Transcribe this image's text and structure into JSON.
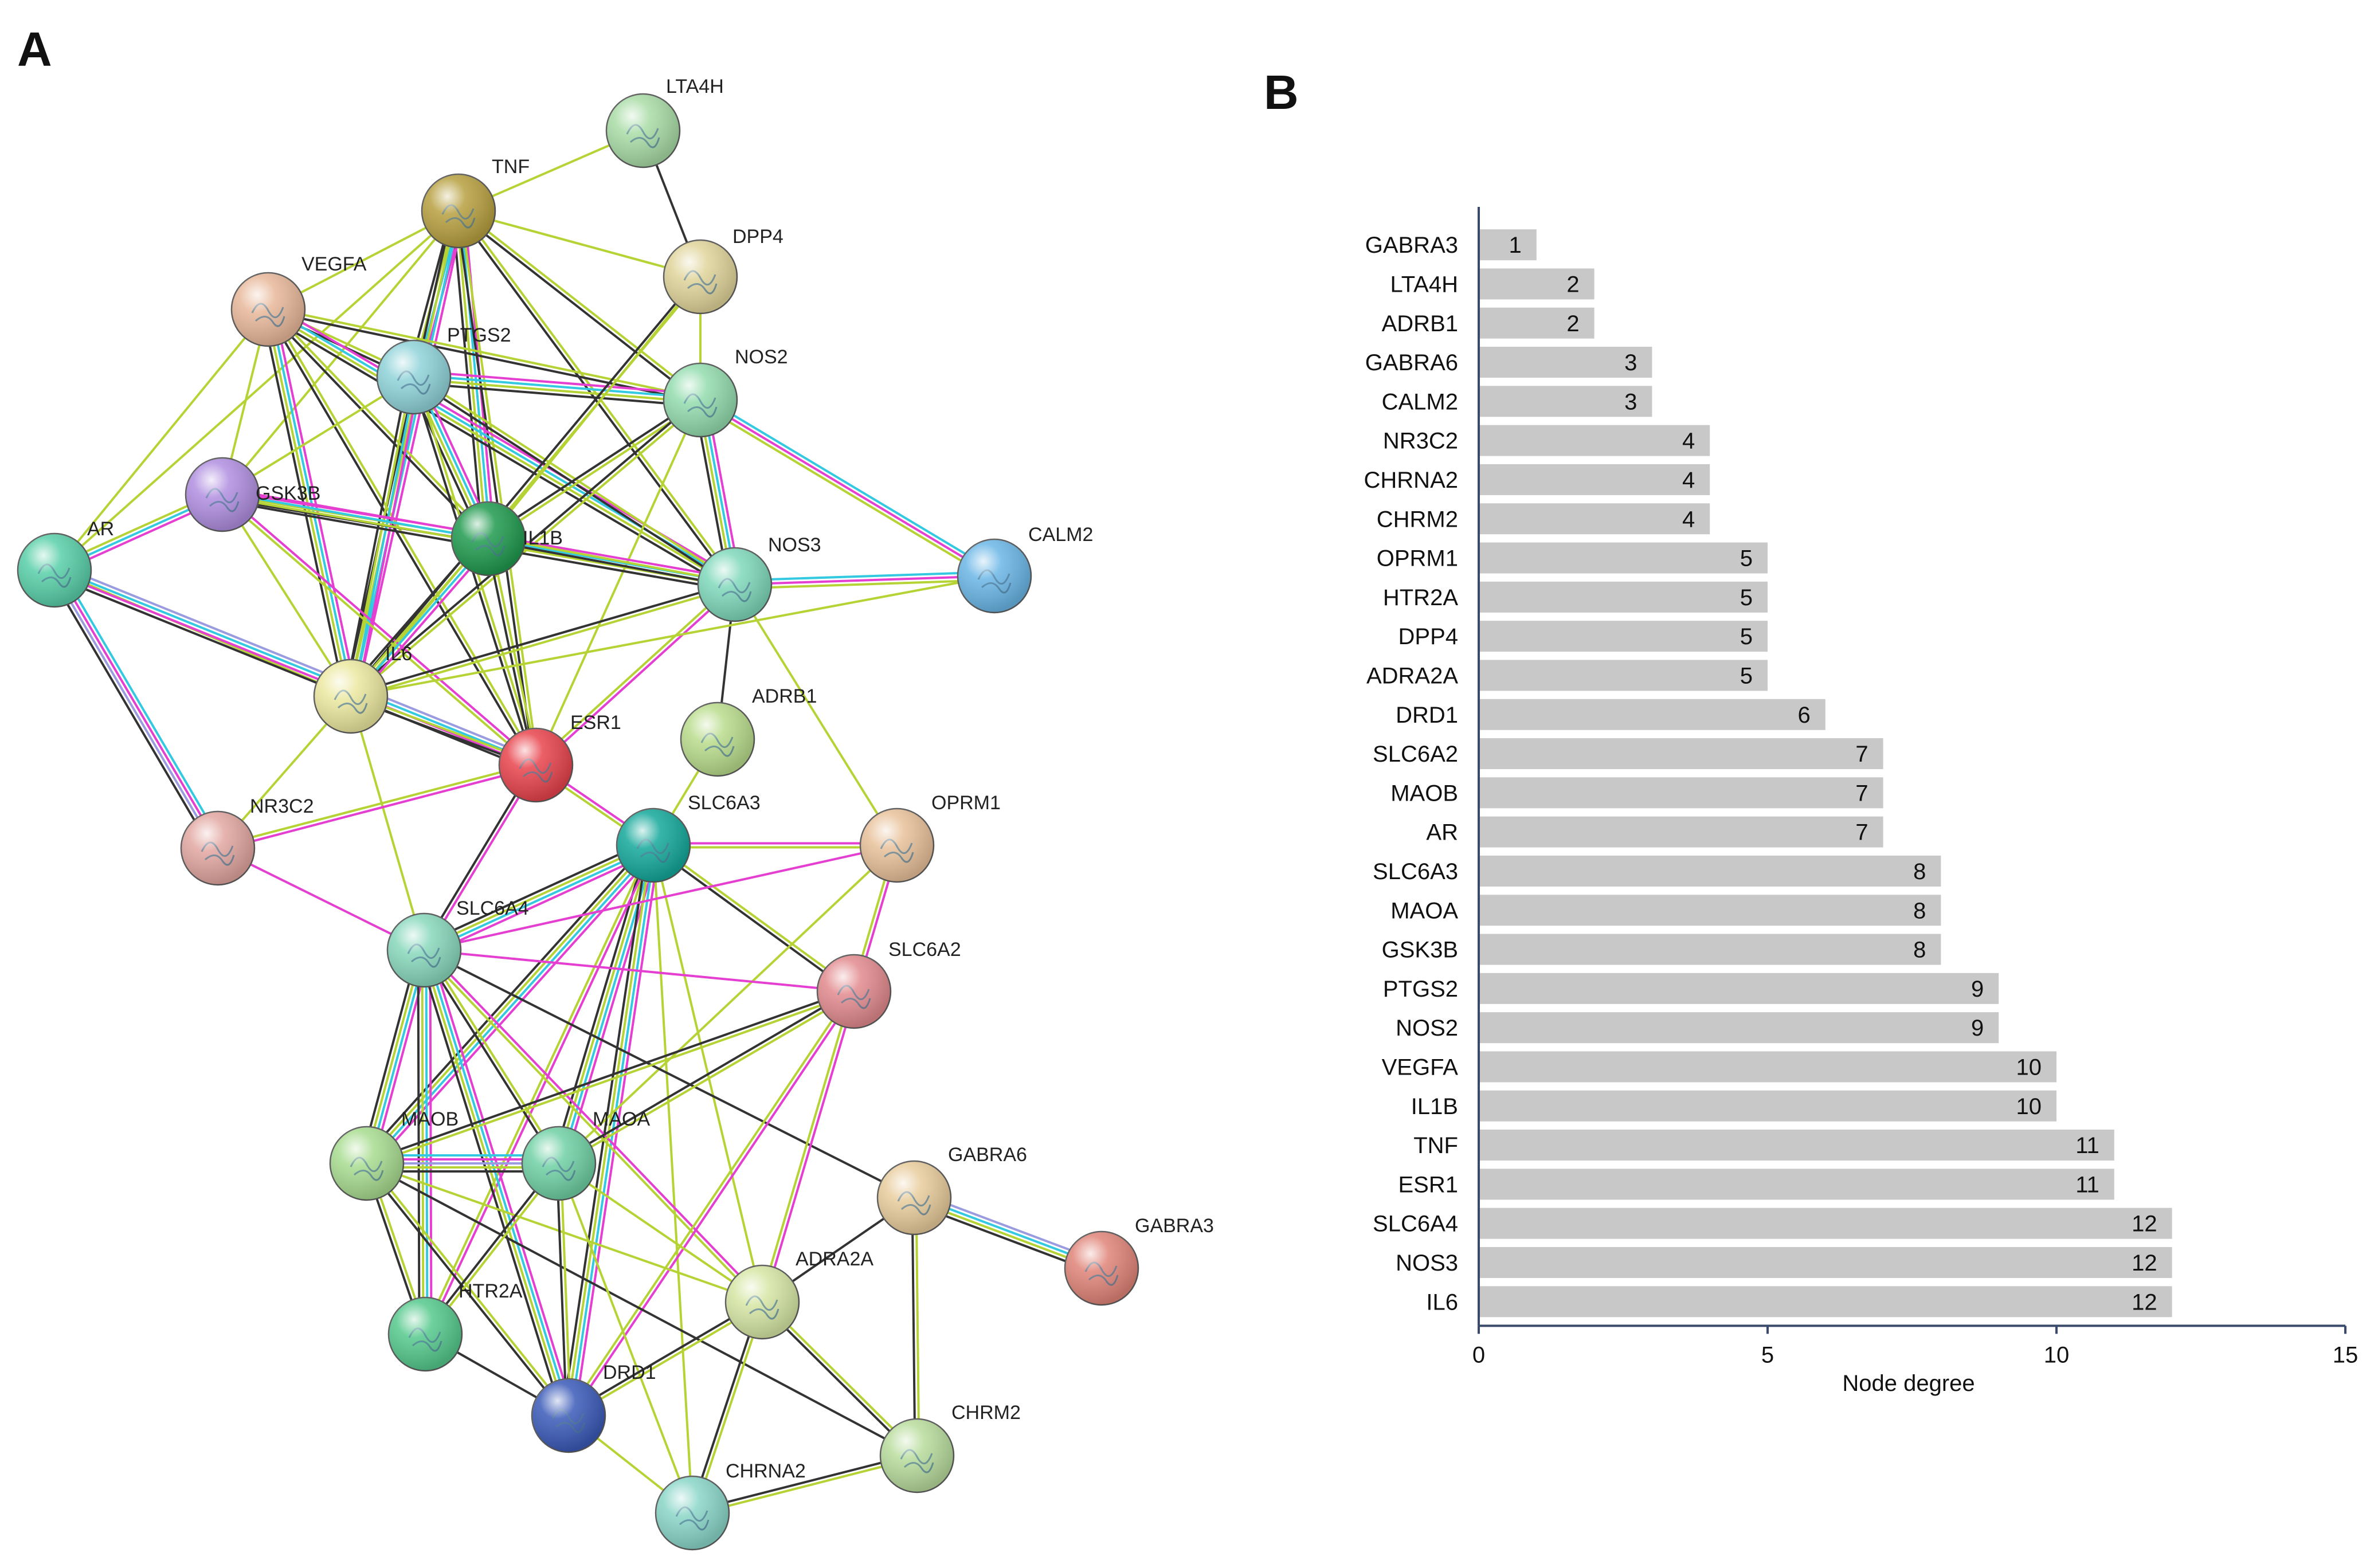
{
  "panels": {
    "a": "A",
    "b": "B"
  },
  "network": {
    "node_color_names": {
      "LTA4H": "#a8dca6",
      "TNF": "#b7a040",
      "DPP4": "#e0d49a",
      "VEGFA": "#e8b89a",
      "PTGS2": "#8fd3d9",
      "NOS2": "#93dcae",
      "GSK3B": "#b08ee0",
      "IL1B": "#1f9a4e",
      "AR": "#58cfa8",
      "NOS3": "#7fd8bb",
      "CALM2": "#6ab6e6",
      "IL6": "#ece8a0",
      "ESR1": "#e8434c",
      "ADRB1": "#b9dc8c",
      "NR3C2": "#e2a6a0",
      "SLC6A3": "#14a89a",
      "OPRM1": "#e8c19a",
      "SLC6A4": "#88d8bc",
      "SLC6A2": "#e28a8e",
      "MAOB": "#a8dc90",
      "MAOA": "#6fd0a4",
      "GABRA6": "#e8cc9c",
      "GABRA3": "#e08478",
      "HTR2A": "#55c98c",
      "ADRA2A": "#d6e6a4",
      "DRD1": "#3a5ab8",
      "CHRM2": "#b8dc9c",
      "CHRNA2": "#8ad6c8"
    },
    "edge_colors": {
      "textmining": "#b5d334",
      "coexpression": "#333333",
      "experiments": "#e53fd1",
      "databases": "#33c9e0",
      "homology": "#9b9be0",
      "neighborhood": "#3a7f3a"
    }
  },
  "chart_data": {
    "type": "bar",
    "orientation": "horizontal",
    "categories": [
      "GABRA3",
      "LTA4H",
      "ADRB1",
      "GABRA6",
      "CALM2",
      "NR3C2",
      "CHRNA2",
      "CHRM2",
      "OPRM1",
      "HTR2A",
      "DPP4",
      "ADRA2A",
      "DRD1",
      "SLC6A2",
      "MAOB",
      "AR",
      "SLC6A3",
      "MAOA",
      "GSK3B",
      "PTGS2",
      "NOS2",
      "VEGFA",
      "IL1B",
      "TNF",
      "ESR1",
      "SLC6A4",
      "NOS3",
      "IL6"
    ],
    "values": [
      1,
      2,
      2,
      3,
      3,
      4,
      4,
      4,
      5,
      5,
      5,
      5,
      6,
      7,
      7,
      7,
      8,
      8,
      8,
      9,
      9,
      10,
      10,
      11,
      11,
      12,
      12,
      12
    ],
    "xlabel": "Node degree",
    "xlim": [
      0,
      15
    ],
    "xticks": [
      0,
      5,
      10,
      15
    ],
    "bar_color": "#c8c8c8",
    "data_labels": true
  }
}
